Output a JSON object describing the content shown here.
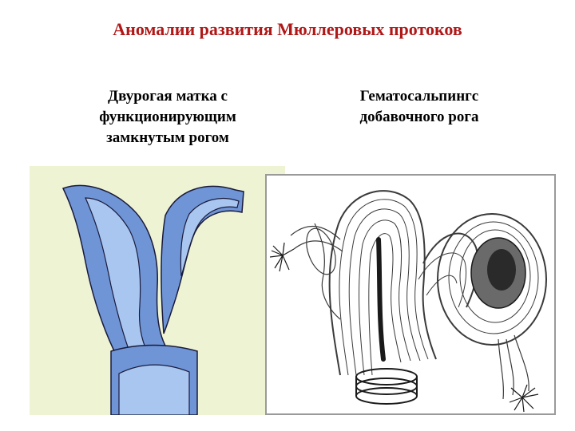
{
  "slide": {
    "title": "Аномалии развития Мюллеровых протоков"
  },
  "left_panel": {
    "caption_lines": [
      "Двурогая матка с",
      "функционирующим",
      "замкнутым рогом"
    ],
    "colors": {
      "background": "#eef3d4",
      "fill_dark": "#6f95d6",
      "fill_light": "#a8c6f0",
      "stroke": "#1a1a3a"
    }
  },
  "right_panel": {
    "caption_lines": [
      "Гематосальпингс",
      "добавочного рога"
    ],
    "colors": {
      "border": "#9a9a9a",
      "ink": "#3a3a3a",
      "shade": "#6a6a6a"
    }
  },
  "colors": {
    "title": "#b01818"
  }
}
